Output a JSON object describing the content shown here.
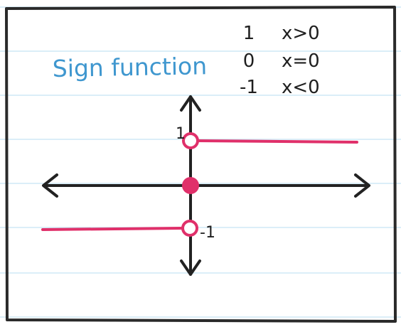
{
  "title": "Sign function",
  "definition": [
    {
      "value": "1",
      "condition": "x>0"
    },
    {
      "value": "0",
      "condition": "x=0"
    },
    {
      "value": "-1",
      "condition": "x<0"
    }
  ],
  "axis_labels": {
    "y_pos": "1",
    "y_neg": "-1"
  },
  "colors": {
    "ruled_lines": "#cfe8f5",
    "frame": "#2a2a2a",
    "axes": "#222222",
    "function": "#e0306a",
    "title": "#3f97cf"
  }
}
